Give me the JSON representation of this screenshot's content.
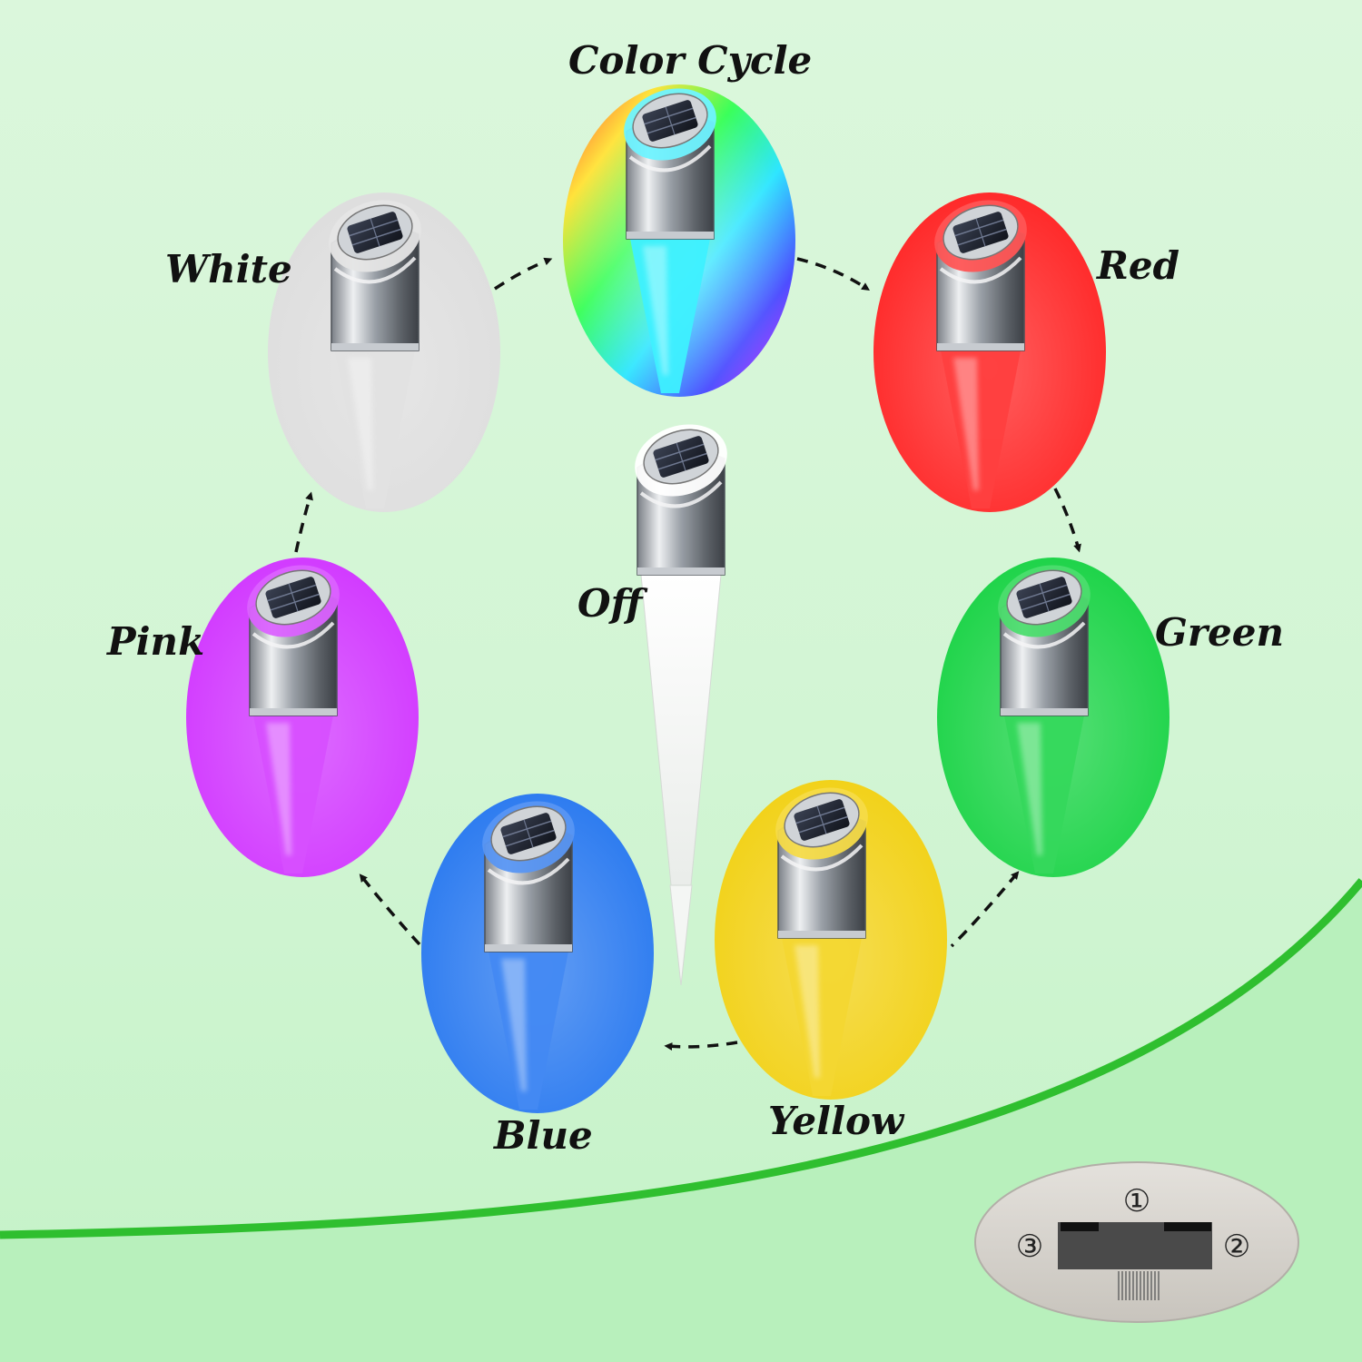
{
  "modes": [
    {
      "id": "color-cycle",
      "label": "Color Cycle",
      "colors": [
        "#ff3b3b",
        "#ffe33b",
        "#3bff5a",
        "#2ee6ff",
        "#4a4aff",
        "#ff3bff"
      ]
    },
    {
      "id": "red",
      "label": "Red",
      "color": "#ff2a2a"
    },
    {
      "id": "green",
      "label": "Green",
      "color": "#1fd44a"
    },
    {
      "id": "yellow",
      "label": "Yellow",
      "color": "#f2d21a"
    },
    {
      "id": "blue",
      "label": "Blue",
      "color": "#2e7cf0"
    },
    {
      "id": "pink",
      "label": "Pink",
      "color": "#d23bff"
    },
    {
      "id": "white",
      "label": "White",
      "color": "#dedede"
    },
    {
      "id": "off",
      "label": "Off",
      "color": "#ffffff"
    }
  ],
  "switch": {
    "positions": [
      "①",
      "②",
      "③"
    ]
  },
  "colors": {
    "background": "#d4f5d6",
    "accent_curve": "#2fbf2f",
    "switch_plate": "#d7d3cd"
  }
}
